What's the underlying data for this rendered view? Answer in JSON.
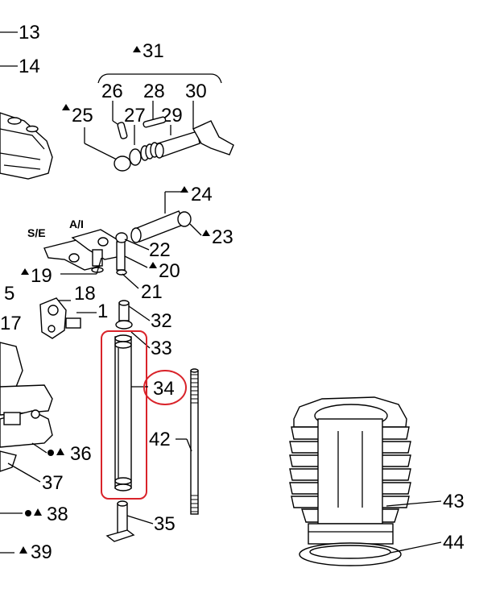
{
  "labels": {
    "l13": "13",
    "l14": "14",
    "l31": "31",
    "l26": "26",
    "l28": "28",
    "l30": "30",
    "l25": "25",
    "l27": "27",
    "l29": "29",
    "l24": "24",
    "l23": "23",
    "se": "S/E",
    "ai": "A/I",
    "l22": "22",
    "l20": "20",
    "l19": "19",
    "l21": "21",
    "l18": "18",
    "l5": "5",
    "l1": "1",
    "l17": "17",
    "l32": "32",
    "l33": "33",
    "l34": "34",
    "l36": "36",
    "l42": "42",
    "l37": "37",
    "l38": "38",
    "l35": "35",
    "l39": "39",
    "l43": "43",
    "l44": "44"
  },
  "colors": {
    "highlight": "#d9232a",
    "ink": "#000000"
  },
  "highlight": {
    "part": "34"
  }
}
